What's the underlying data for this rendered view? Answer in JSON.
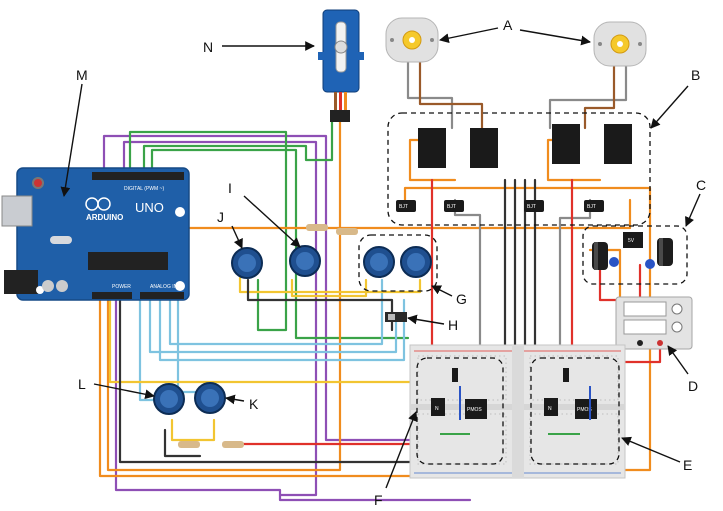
{
  "labels": {
    "A": "A",
    "B": "B",
    "C": "C",
    "D": "D",
    "E": "E",
    "F": "F",
    "G": "G",
    "H": "H",
    "I": "I",
    "J": "J",
    "K": "K",
    "L": "L",
    "M": "M",
    "N": "N"
  },
  "arduino": {
    "logo": "ARDUINO",
    "model": "UNO",
    "digital_header": "DIGITAL (PWM ~)",
    "power_header": "POWER",
    "analog_header": "ANALOG IN"
  },
  "chips": {
    "transistor_1": "BJT",
    "transistor_2": "BJT",
    "transistor_3": "BJT",
    "transistor_4": "BJT",
    "regulator": "5V",
    "nmos_left": "N",
    "pmos_left": "PMOS",
    "nmos_right": "N",
    "pmos_right": "PMOS"
  },
  "colors": {
    "board": "#1f5fa8",
    "orange_wire": "#f08c1e",
    "purple_wire": "#8e4fb5",
    "green_wire": "#3aa348",
    "blue_wire": "#7ec3e0",
    "yellow_wire": "#f2c531",
    "red_wire": "#e0312a",
    "black_wire": "#333333",
    "gray_wire": "#8a8a8a",
    "brown_wire": "#9a5a2a"
  }
}
